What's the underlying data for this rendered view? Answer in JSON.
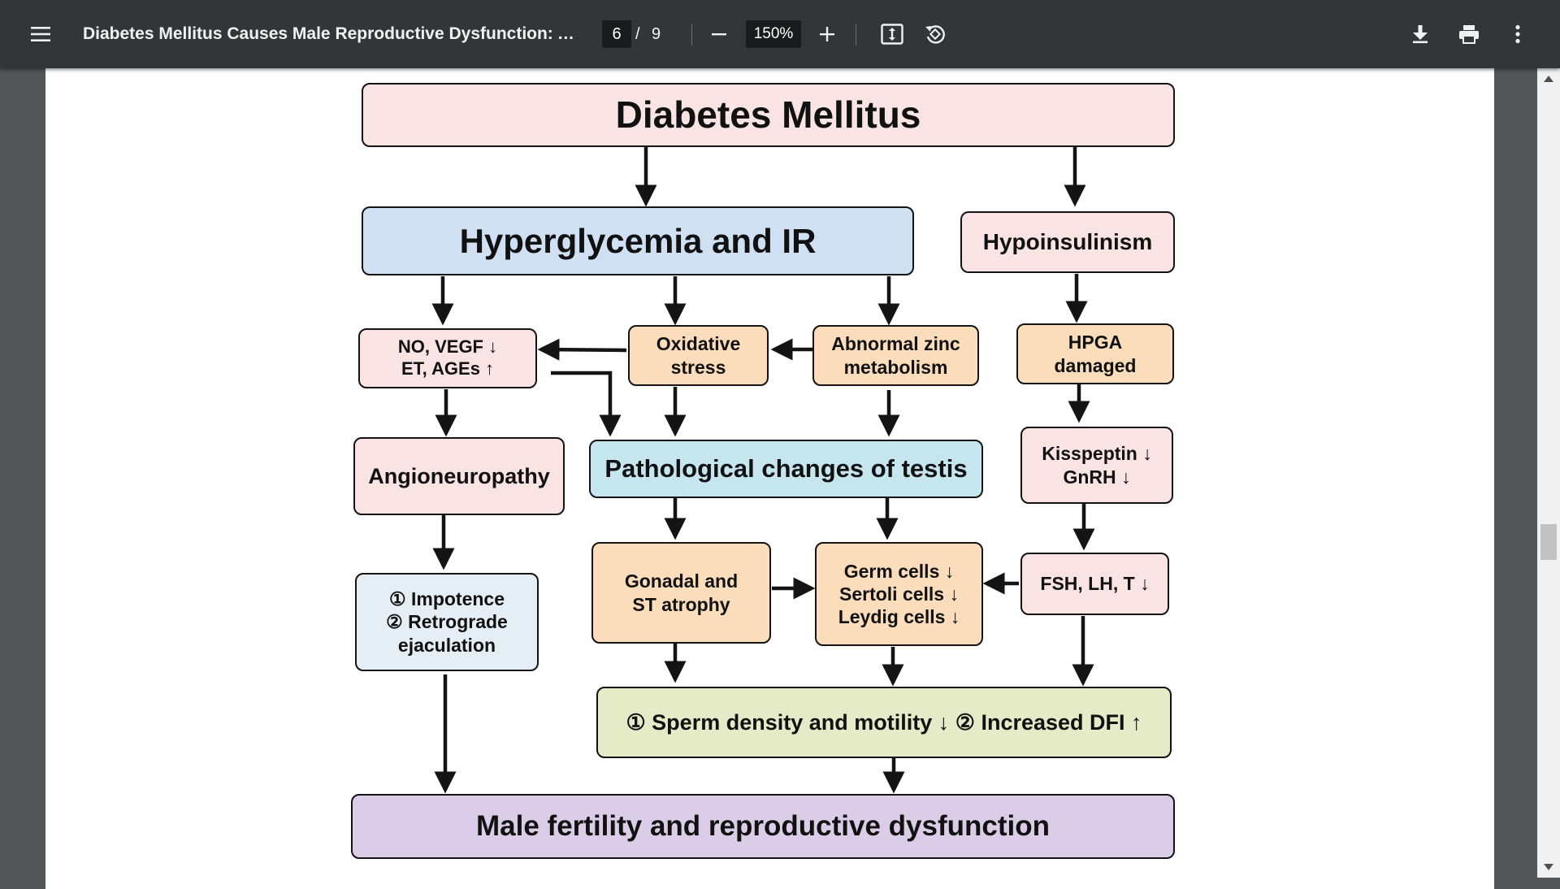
{
  "toolbar": {
    "title": "Diabetes Mellitus Causes Male Reproductive Dysfunction: A Re...",
    "page_current": "6",
    "page_separator": "/",
    "page_total": "9",
    "zoom": "150%",
    "icons": [
      "menu-icon",
      "zoom-out-icon",
      "zoom-in-icon",
      "fit-page-icon",
      "rotate-icon",
      "download-icon",
      "print-icon",
      "more-vert-icon"
    ]
  },
  "diagram": {
    "diabetes": "Diabetes Mellitus",
    "hyperglycemia": "Hyperglycemia and IR",
    "hypoinsulinism": "Hypoinsulinism",
    "no_vegf": "NO, VEGF ↓\nET, AGEs ↑",
    "oxidative": "Oxidative\nstress",
    "zinc": "Abnormal zinc\nmetabolism",
    "hpga": "HPGA\ndamaged",
    "angioneuropathy": "Angioneuropathy",
    "pathological": "Pathological changes of testis",
    "kisspeptin": "Kisspeptin ↓\nGnRH ↓",
    "impotence": "① Impotence\n② Retrograde\nejaculation",
    "gonadal": "Gonadal and\nST atrophy",
    "germ": "Germ cells ↓\nSertoli cells ↓\nLeydig cells ↓",
    "fsh": "FSH, LH, T ↓",
    "sperm": "①  Sperm density and motility ↓  ②  Increased DFI ↑",
    "male": "Male fertility and reproductive dysfunction"
  },
  "colors": {
    "toolbar_bg": "#323639",
    "viewer_bg": "#525659",
    "pink": "#f9e3e3",
    "blue": "#cfe0f3",
    "orange": "#fbddbc",
    "cyan": "#c5e5ef",
    "green": "#e5eac7",
    "purple": "#dbcde7"
  }
}
